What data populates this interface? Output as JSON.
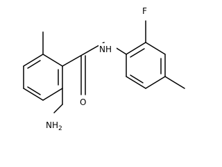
{
  "molecule": {
    "atoms": {
      "fluorine": "F",
      "amide_nh": "NH",
      "amide_o": "O",
      "amine_nh": "NH",
      "amine_sub": "2"
    }
  }
}
